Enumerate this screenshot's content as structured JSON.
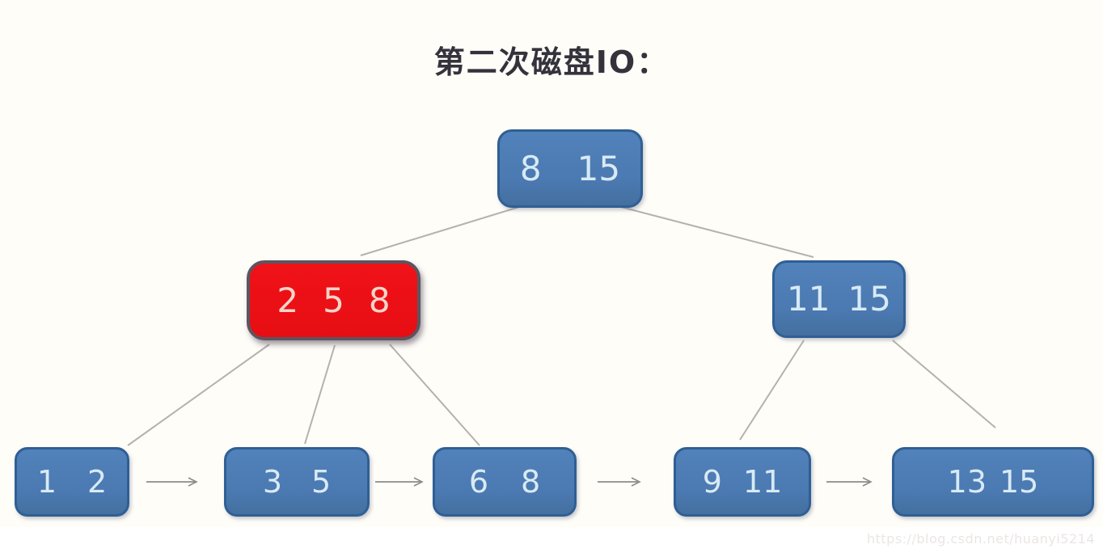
{
  "title": "第二次磁盘IO：",
  "watermark": "https://blog.csdn.net/huanyi5214",
  "colors": {
    "node_blue_fill": "#4b79b1",
    "node_blue_border": "#2f5f94",
    "node_blue_text": "#d8eaf5",
    "node_highlight_fill": "#ec1016",
    "node_highlight_border": "#5c5560",
    "node_highlight_text": "#f7d4c9",
    "connector_line": "#b5b2ae",
    "arrow": "#8c8c8c",
    "title_text": "#34333c",
    "background": "#fffdf8"
  },
  "tree": {
    "type": "b-tree",
    "root": {
      "keys": [
        "8",
        "15"
      ],
      "highlighted": false
    },
    "internal": [
      {
        "keys": [
          "2",
          "5",
          "8"
        ],
        "highlighted": true
      },
      {
        "keys": [
          "11",
          "15"
        ],
        "highlighted": false
      }
    ],
    "leaves": [
      {
        "keys": [
          "1",
          "2"
        ]
      },
      {
        "keys": [
          "3",
          "5"
        ]
      },
      {
        "keys": [
          "6",
          "8"
        ]
      },
      {
        "keys": [
          "9",
          "11"
        ]
      },
      {
        "keys": [
          "13",
          "15"
        ]
      }
    ],
    "edges": [
      "root->internal0",
      "root->internal1",
      "internal0->leaf0",
      "internal0->leaf1",
      "internal0->leaf2",
      "internal1->leaf3",
      "internal1->leaf4"
    ],
    "leaf_links": [
      "leaf0->leaf1",
      "leaf1->leaf2",
      "leaf2->leaf3",
      "leaf3->leaf4"
    ]
  }
}
